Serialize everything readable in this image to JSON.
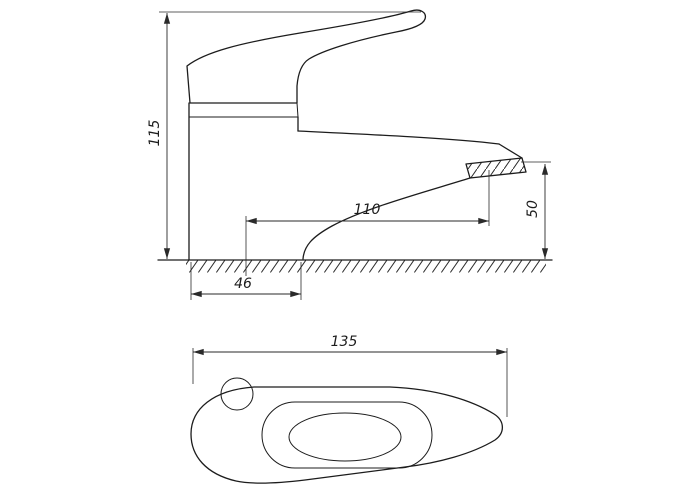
{
  "dims": {
    "height": "115",
    "reach": "110",
    "outlet_height": "50",
    "base_width": "46",
    "length": "135"
  }
}
